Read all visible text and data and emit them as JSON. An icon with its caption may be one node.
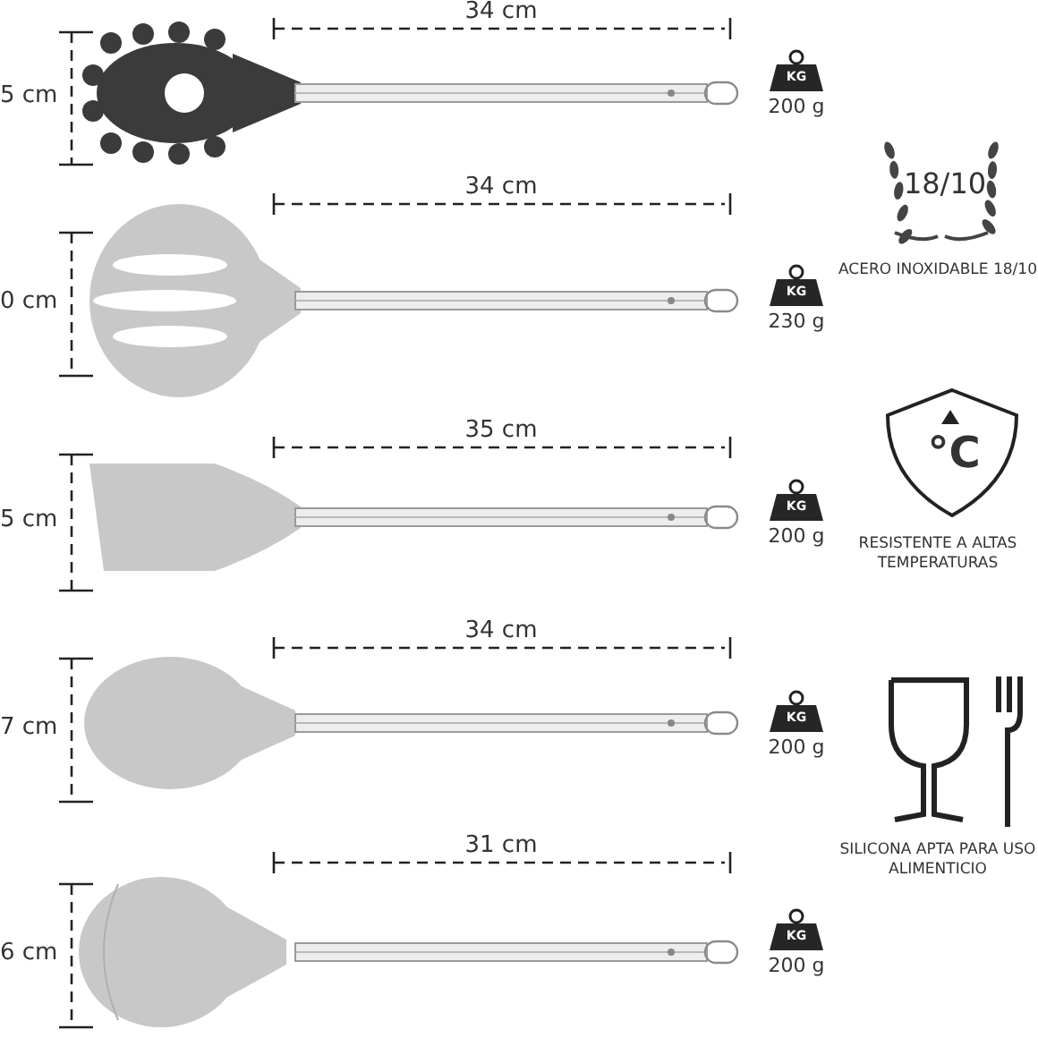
{
  "diagram": {
    "labels": [
      "34 cm",
      "5 cm",
      "KG",
      "200 g",
      "34 cm",
      "18/10",
      "ACERO INOXIDABLE 18/10",
      "0 cm",
      "KG",
      "230 g",
      "35 cm",
      "°C",
      "5 cm",
      "KG",
      "200 g",
      "RESISTENTE A ALTAS TEMPERATURAS",
      "34 cm",
      "7 cm",
      "KG",
      "200 g",
      "SILICONA APTA PARA USO ALIMENTICIO",
      "31 cm",
      "6 cm",
      "KG",
      "200 g"
    ]
  }
}
